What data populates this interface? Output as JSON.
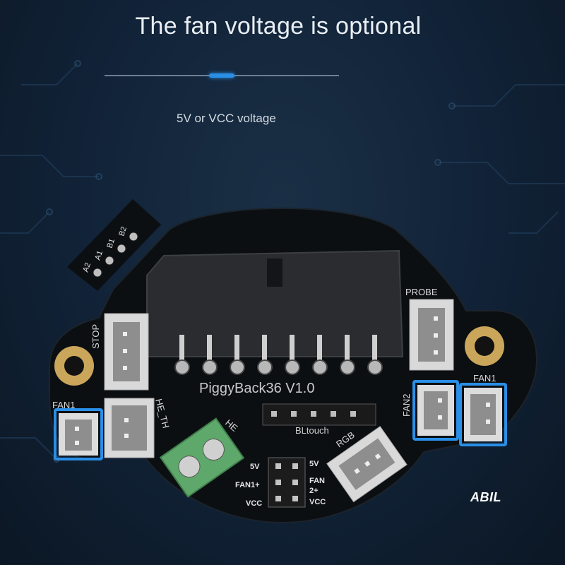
{
  "headline": "The fan voltage is optional",
  "subtitle": "5V or VCC voltage",
  "watermark": "ABIL",
  "accent_color": "#2a8fe6",
  "board": {
    "model": "PiggyBack36 V1.0",
    "labels": {
      "probe": "PROBE",
      "stop": "STOP",
      "fan1_left": "FAN1",
      "fan1_right": "FAN1",
      "fan2": "FAN2",
      "he_th": "HE_TH",
      "he": "HE",
      "bltouch": "BLtouch",
      "rgb": "RGB",
      "stepper_pins": [
        "A2",
        "A1",
        "B1",
        "B2"
      ],
      "jumper_left": [
        "5V",
        "FAN1+",
        "VCC"
      ],
      "jumper_right": [
        "5V",
        "FAN",
        "2+",
        "VCC"
      ]
    }
  }
}
